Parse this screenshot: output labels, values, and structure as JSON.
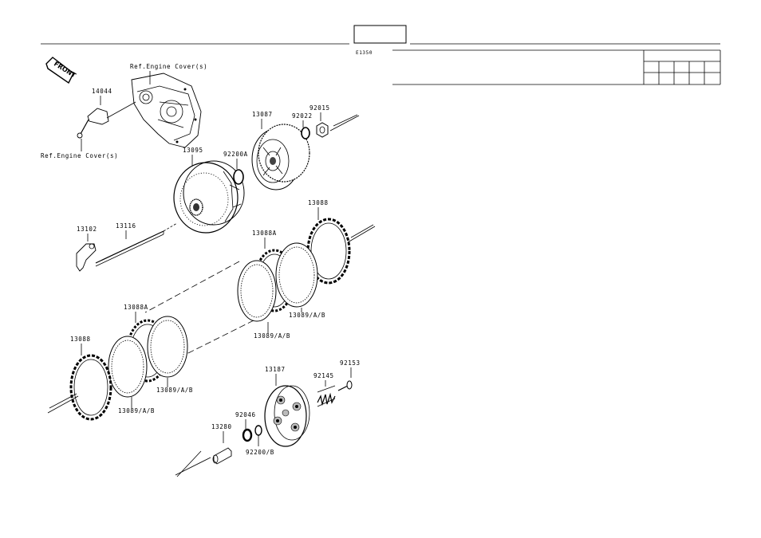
{
  "header": {
    "code": "E1350",
    "box_label": ""
  },
  "badge": {
    "text": "FRONT"
  },
  "references": {
    "engine_cover_top": "Ref.Engine Cover(s)",
    "engine_cover_bottom": "Ref.Engine Cover(s)"
  },
  "parts": {
    "p14044": "14044",
    "p13087": "13087",
    "p92022": "92022",
    "p92015": "92015",
    "p13095": "13095",
    "p92200A": "92200A",
    "p13088_top": "13088",
    "p13088A_top": "13088A",
    "p13102": "13102",
    "p13116": "13116",
    "p13089_r1": "13089/A/B",
    "p13089_r2": "13089/A/B",
    "p13088A_left": "13088A",
    "p13088_left": "13088",
    "p13089_l1": "13089/A/B",
    "p13089_l2": "13089/A/B",
    "p13187": "13187",
    "p92145": "92145",
    "p92153": "92153",
    "p92046": "92046",
    "p13280": "13280",
    "p92200B": "92200/B"
  }
}
